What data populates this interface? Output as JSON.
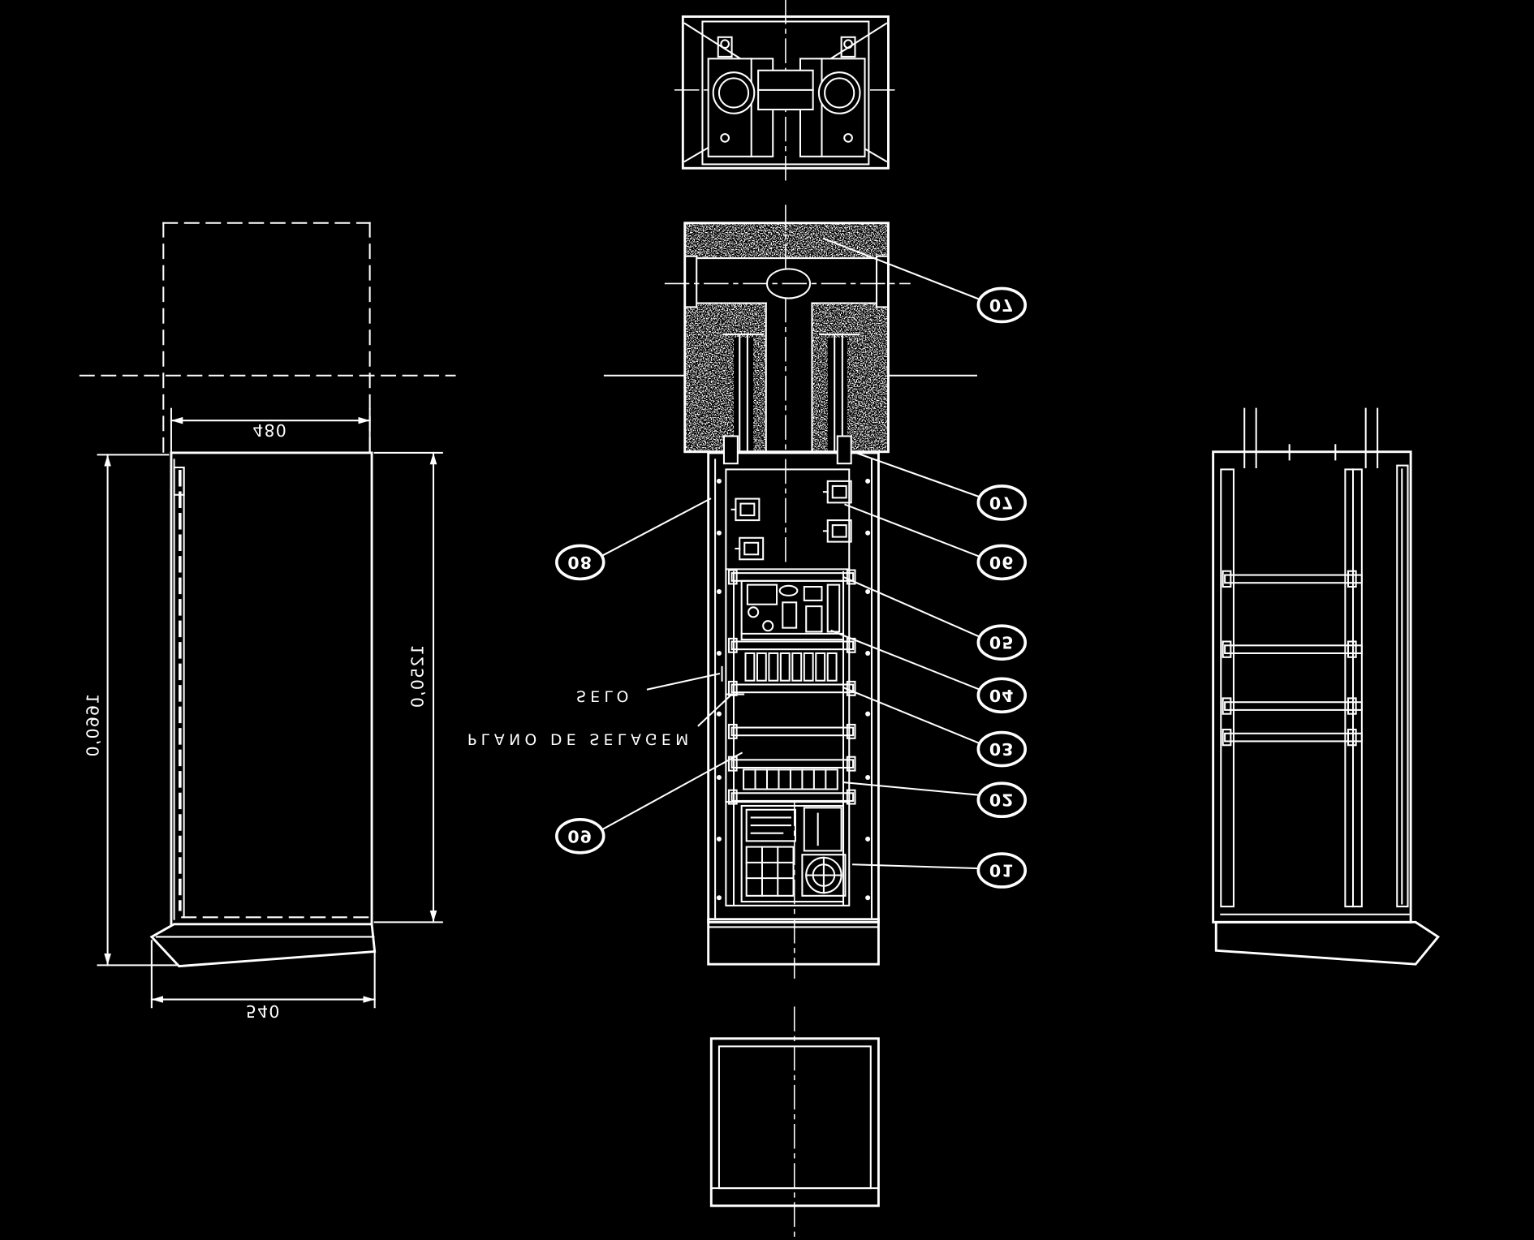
{
  "drawing": {
    "dimensions": {
      "top_width": "480",
      "base_width": "540",
      "overall_height": "1660,0",
      "body_height": "1250,0"
    },
    "annotations": {
      "seal": "SELO",
      "sealing_plane": "PLANO DE SELAGEM"
    },
    "callouts": [
      "07",
      "07",
      "08",
      "06",
      "05",
      "04",
      "03",
      "02",
      "09",
      "01"
    ]
  },
  "colors": {
    "background": "#000000",
    "line": "#ffffff"
  }
}
